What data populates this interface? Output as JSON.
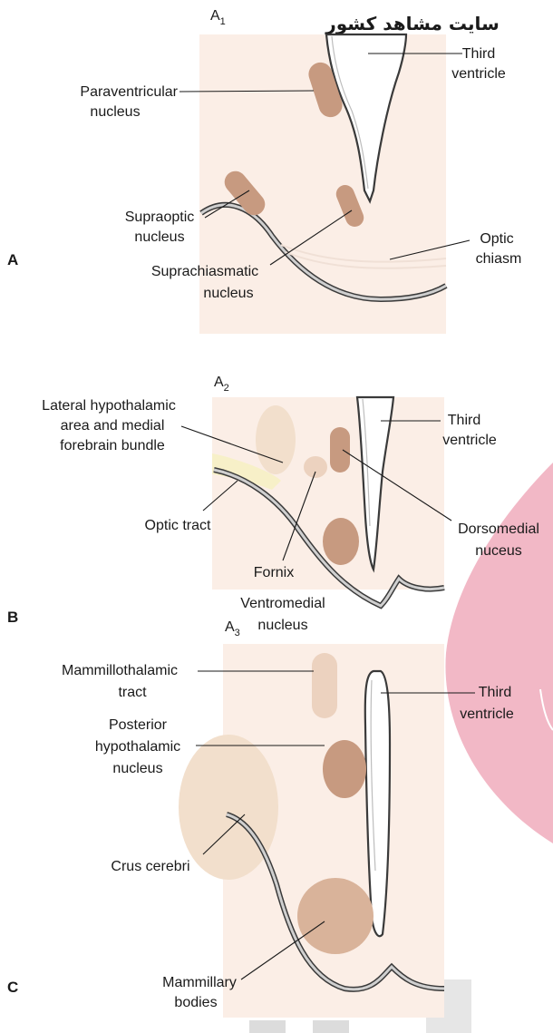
{
  "watermark": {
    "text": "سایت مشاهد کشور",
    "color": "#f2b8c6"
  },
  "panel_a": {
    "letter": "A",
    "title": "A",
    "title_sub": "1",
    "labels": {
      "paraventricular_1": "Paraventricular",
      "paraventricular_2": "nucleus",
      "third_ventricle_1": "Third",
      "third_ventricle_2": "ventricle",
      "supraoptic_1": "Supraoptic",
      "supraoptic_2": "nucleus",
      "optic_chiasm_1": "Optic",
      "optic_chiasm_2": "chiasm",
      "suprachiasmatic_1": "Suprachiasmatic",
      "suprachiasmatic_2": "nucleus"
    }
  },
  "panel_b": {
    "letter": "B",
    "title": "A",
    "title_sub": "2",
    "labels": {
      "lateral_1": "Lateral hypothalamic",
      "lateral_2": "area and medial",
      "lateral_3": "forebrain bundle",
      "third_ventricle_1": "Third",
      "third_ventricle_2": "ventricle",
      "optic_tract": "Optic tract",
      "dorsomedial_1": "Dorsomedial",
      "dorsomedial_2": "nuceus",
      "fornix": "Fornix",
      "ventromedial_1": "Ventromedial",
      "ventromedial_2": "nucleus"
    }
  },
  "panel_c": {
    "letter": "C",
    "title": "A",
    "title_sub": "3",
    "labels": {
      "mammillothalamic_1": "Mammillothalamic",
      "mammillothalamic_2": "tract",
      "posterior_1": "Posterior",
      "posterior_2": "hypothalamic",
      "posterior_3": "nucleus",
      "third_ventricle_1": "Third",
      "third_ventricle_2": "ventricle",
      "crus_cerebri": "Crus cerebri",
      "mammillary_1": "Mammillary",
      "mammillary_2": "bodies"
    }
  },
  "colors": {
    "tissue_background": "#fbeee6",
    "nucleus_dark": "#c79a80",
    "nucleus_light": "#ecd2bf",
    "ventricle": "#ffffff"
  }
}
